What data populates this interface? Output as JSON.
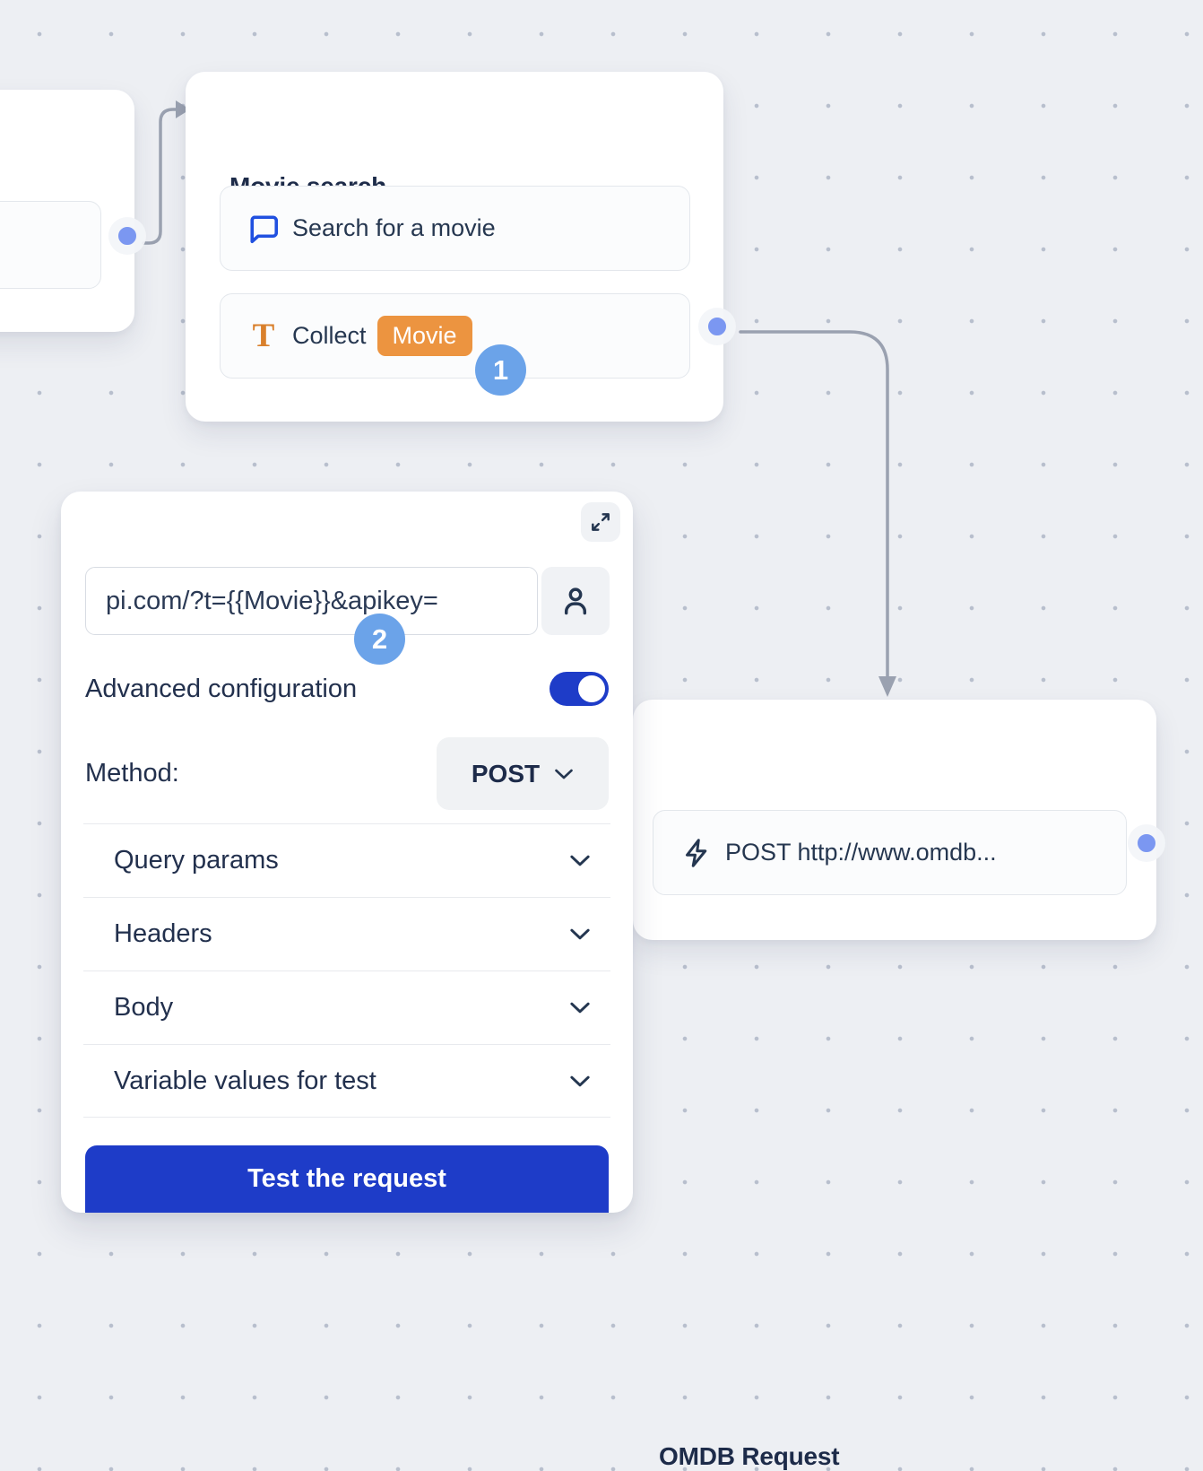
{
  "flow": {
    "movie_card": {
      "title": "Movie search",
      "search_item": {
        "label": "Search for a movie"
      },
      "collect_item": {
        "label": "Collect",
        "variable_chip": "Movie"
      },
      "step_badge": "1"
    },
    "omdb_card": {
      "title": "OMDB Request",
      "request_item": {
        "label": "POST http://www.omdb..."
      }
    }
  },
  "panel": {
    "url_input": {
      "value": "pi.com/?t={{Movie}}&apikey="
    },
    "step_badge": "2",
    "advanced_toggle_label": "Advanced configuration",
    "advanced_toggle_state": "on",
    "method_label": "Method:",
    "method_value": "POST",
    "sections": [
      {
        "label": "Query params"
      },
      {
        "label": "Headers"
      },
      {
        "label": "Body"
      },
      {
        "label": "Variable values for test"
      }
    ],
    "test_button_label": "Test the request"
  },
  "icons": {
    "collect_text_glyph": "T",
    "search_item_icon": "chat-bubble",
    "request_item_icon": "lightning-bolt",
    "url_side_icon": "user-person",
    "panel_corner_icon": "expand-diagonal-arrows"
  },
  "colors": {
    "primary_blue": "#1e3cc8",
    "step_badge_blue": "#6ba3e9",
    "port_ring_blue": "#7b97f1",
    "variable_chip_orange": "#ec9440",
    "wire_gray": "#9aa1b0",
    "canvas_background": "#edeff3"
  }
}
